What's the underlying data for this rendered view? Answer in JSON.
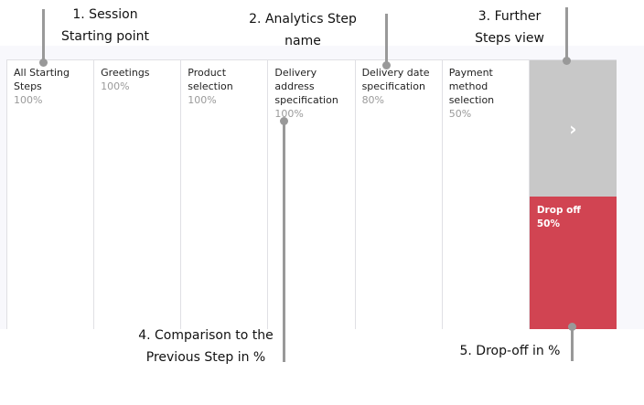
{
  "steps": [
    {
      "name": "All Starting Steps",
      "pct": "100%"
    },
    {
      "name": "Greetings",
      "pct": "100%"
    },
    {
      "name": "Product selection",
      "pct": "100%"
    },
    {
      "name": "Delivery address specification",
      "pct": "100%"
    },
    {
      "name": "Delivery date specification",
      "pct": "80%"
    },
    {
      "name": "Payment method selection",
      "pct": "50%"
    }
  ],
  "further": {
    "icon": "chevron-right-icon",
    "glyph": "›",
    "drop_label": "Drop off",
    "drop_pct": "50%"
  },
  "annotations": {
    "a1": [
      "1. Session",
      "Starting point"
    ],
    "a2": [
      "2. Analytics Step",
      "name"
    ],
    "a3": [
      "3. Further",
      "Steps view"
    ],
    "a4": [
      "4. Comparison to the",
      "Previous Step in %"
    ],
    "a5": "5. Drop-off in %"
  },
  "colors": {
    "drop": "#d14452",
    "further": "#c8c8c8"
  }
}
